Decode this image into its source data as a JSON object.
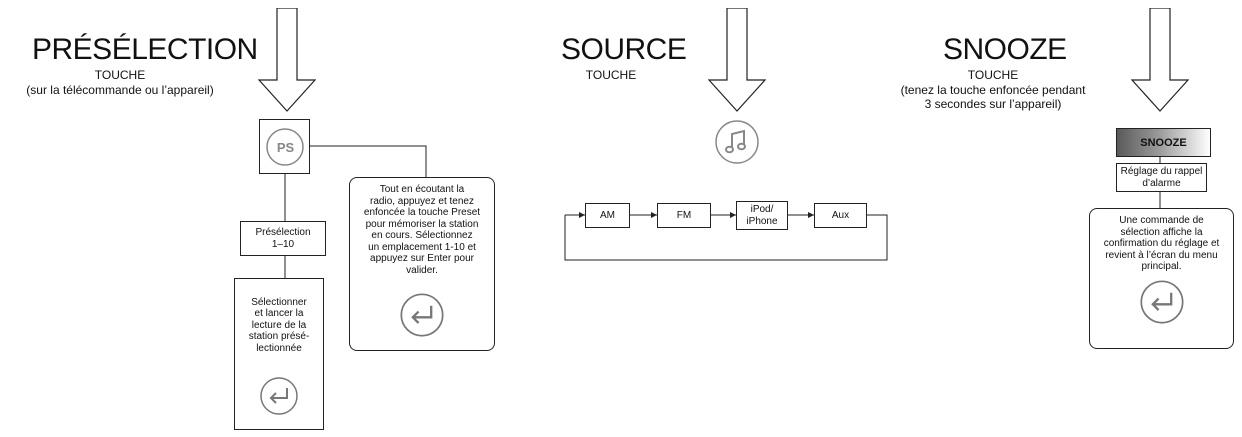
{
  "preselection": {
    "title": "PRÉSÉLECTION",
    "subtitle": "TOUCHE",
    "note": "(sur la télécommande ou l’appareil)",
    "button_label": "PS",
    "preset_box": "Présélection\n1–10",
    "select_box": "Sélectionner\net lancer la\nlecture de la\nstation présé-\nlectionnée",
    "hold_box": "Tout en écoutant la\nradio, appuyez et tenez\nenfoncée la touche Preset\npour mémoriser la station\nen cours. Sélectionnez\nun emplacement 1-10 et\nappuyez sur Enter pour\nvalider."
  },
  "source": {
    "title": "SOURCE",
    "subtitle": "TOUCHE",
    "icon": "music-note-icon",
    "options": [
      "AM",
      "FM",
      "iPod/\niPhone",
      "Aux"
    ]
  },
  "snooze": {
    "title": "SNOOZE",
    "subtitle": "TOUCHE",
    "note": "(tenez la touche enfoncée pendant\n3 secondes sur l’appareil)",
    "button_label": "SNOOZE",
    "setting_box": "Réglage du rappel\nd’alarme",
    "confirm_box": "Une commande de\nsélection affiche la\nconfirmation du réglage et\nrevient à l’écran du menu\nprincipal."
  },
  "icons": {
    "enter": "enter-icon",
    "down_arrow": "down-arrow-icon"
  }
}
